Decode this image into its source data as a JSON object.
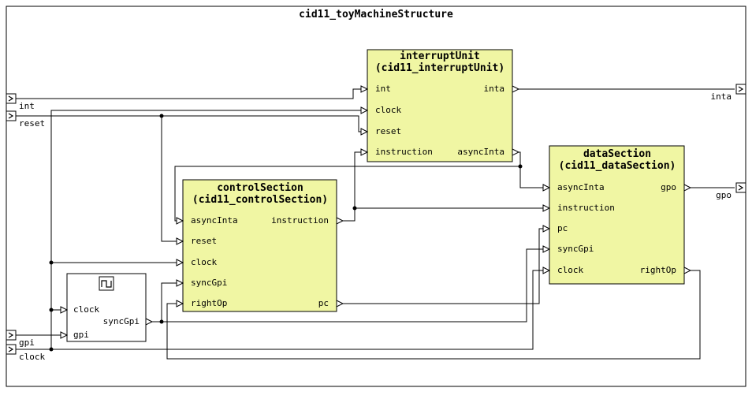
{
  "diagram": {
    "title": "cid11_toyMachineStructure",
    "block_fill": "#f0f6a3",
    "wire_color": "#000000"
  },
  "top_ports": {
    "int": "int",
    "reset": "reset",
    "gpi": "gpi",
    "clock": "clock",
    "inta": "inta",
    "gpo": "gpo"
  },
  "interrupt_unit": {
    "name": "interruptUnit",
    "type": "(cid11_interruptUnit)",
    "ports": {
      "int": "int",
      "clock": "clock",
      "reset": "reset",
      "instruction": "instruction",
      "inta": "inta",
      "asyncInta": "asyncInta"
    }
  },
  "control_section": {
    "name": "controlSection",
    "type": "(cid11_controlSection)",
    "ports": {
      "asyncInta": "asyncInta",
      "reset": "reset",
      "clock": "clock",
      "syncGpi": "syncGpi",
      "rightOp": "rightOp",
      "instruction": "instruction",
      "pc": "pc"
    }
  },
  "data_section": {
    "name": "dataSection",
    "type": "(cid11_dataSection)",
    "ports": {
      "asyncInta": "asyncInta",
      "instruction": "instruction",
      "pc": "pc",
      "syncGpi": "syncGpi",
      "clock": "clock",
      "gpo": "gpo",
      "rightOp": "rightOp"
    }
  },
  "sync_block": {
    "ports": {
      "clock": "clock",
      "gpi": "gpi",
      "syncGpi": "syncGpi"
    }
  }
}
